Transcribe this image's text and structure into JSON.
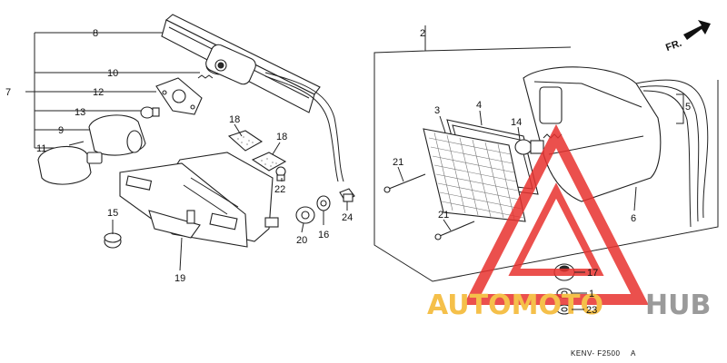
{
  "diagram": {
    "direction_label": "FR.",
    "callouts": {
      "c1": "1",
      "c2": "2",
      "c3": "3",
      "c4": "4",
      "c5": "5",
      "c6": "6",
      "c7": "7",
      "c8": "8",
      "c9": "9",
      "c10": "10",
      "c11": "11",
      "c12": "12",
      "c13": "13",
      "c14": "14",
      "c15": "15",
      "c16": "16",
      "c17": "17",
      "c18a": "18",
      "c18b": "18",
      "c19": "19",
      "c20": "20",
      "c21a": "21",
      "c21b": "21",
      "c22": "22",
      "c23": "23",
      "c24": "24"
    },
    "figure_code": "KENV- F2500",
    "figure_suffix": "A"
  },
  "watermark": {
    "text_part1": "AUTOMOTO",
    "text_part2": "HUB",
    "color_primary": "#f5c04a",
    "color_secondary": "#9a9a9a",
    "logo_color": "#e8322f"
  }
}
